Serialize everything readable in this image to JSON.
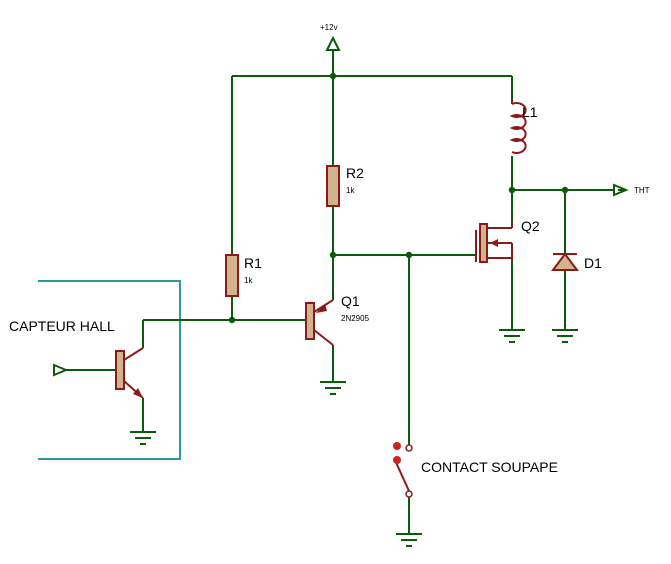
{
  "labels": {
    "supply": "+12v",
    "tht": "THT",
    "l1": "L1",
    "q2": "Q2",
    "d1": "D1",
    "r2": "R2",
    "r2_value": "1k",
    "r1": "R1",
    "r1_value": "1k",
    "q1": "Q1",
    "q1_part": "2N2905",
    "capteur": "CAPTEUR HALL",
    "contact": "CONTACT SOUPAPE"
  },
  "colors": {
    "wire": "#0b5b0b",
    "component": "#8b1a1a",
    "component_fill": "#d2b48c",
    "box": "#2b9a9a",
    "switch_dot": "#cc2222"
  }
}
